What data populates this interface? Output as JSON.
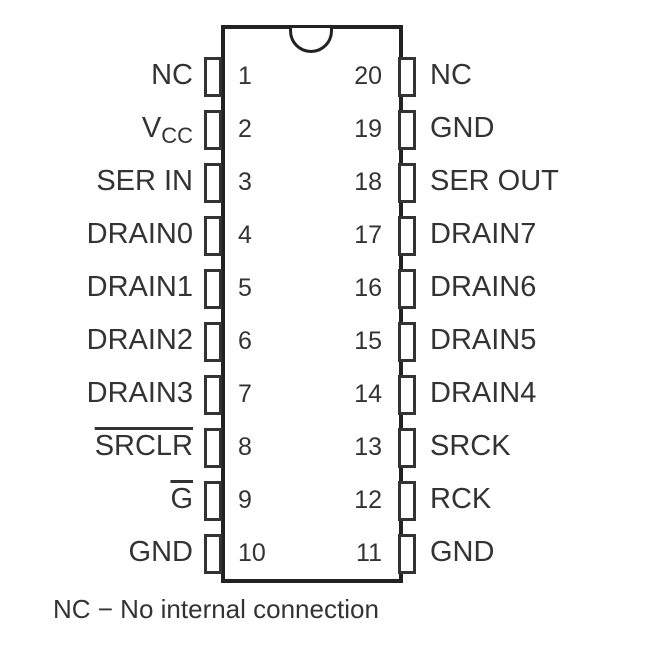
{
  "diagram": {
    "type": "ic-pinout",
    "package": "20-pin DIP",
    "left_pins": [
      {
        "number": "1",
        "name": "NC",
        "overline": false
      },
      {
        "number": "2",
        "name": "V",
        "sub": "CC",
        "overline": false
      },
      {
        "number": "3",
        "name": "SER IN",
        "overline": false
      },
      {
        "number": "4",
        "name": "DRAIN0",
        "overline": false
      },
      {
        "number": "5",
        "name": "DRAIN1",
        "overline": false
      },
      {
        "number": "6",
        "name": "DRAIN2",
        "overline": false
      },
      {
        "number": "7",
        "name": "DRAIN3",
        "overline": false
      },
      {
        "number": "8",
        "name": "SRCLR",
        "overline": true
      },
      {
        "number": "9",
        "name": "G",
        "overline": true
      },
      {
        "number": "10",
        "name": "GND",
        "overline": false
      }
    ],
    "right_pins": [
      {
        "number": "20",
        "name": "NC"
      },
      {
        "number": "19",
        "name": "GND"
      },
      {
        "number": "18",
        "name": "SER OUT"
      },
      {
        "number": "17",
        "name": "DRAIN7"
      },
      {
        "number": "16",
        "name": "DRAIN6"
      },
      {
        "number": "15",
        "name": "DRAIN5"
      },
      {
        "number": "14",
        "name": "DRAIN4"
      },
      {
        "number": "13",
        "name": "SRCK"
      },
      {
        "number": "12",
        "name": "RCK"
      },
      {
        "number": "11",
        "name": "GND"
      }
    ],
    "footnote": "NC − No internal connection",
    "colors": {
      "outline": "#222222",
      "text": "#333333",
      "background": "#ffffff"
    }
  }
}
